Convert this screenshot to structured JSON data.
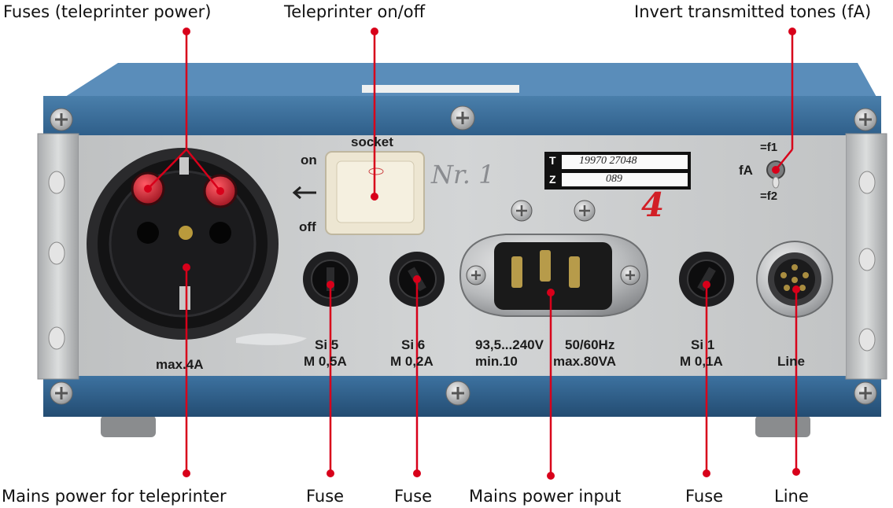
{
  "callouts": {
    "top": [
      {
        "label": "Fuses (teleprinter power)"
      },
      {
        "label": "Teleprinter on/off"
      },
      {
        "label": "Invert transmitted tones (fA)"
      }
    ],
    "bottom": [
      {
        "label": "Mains power for teleprinter"
      },
      {
        "label": "Fuse"
      },
      {
        "label": "Fuse"
      },
      {
        "label": "Mains power input"
      },
      {
        "label": "Fuse"
      },
      {
        "label": "Line"
      }
    ]
  },
  "panel": {
    "socket_label": "socket",
    "switch_on": "on",
    "switch_off": "off",
    "socket_rating": "max.4A",
    "fuse_si5_name": "Si 5",
    "fuse_si5_rating": "M 0,5A",
    "fuse_si6_name": "Si 6",
    "fuse_si6_rating": "M 0,2A",
    "mains_line1_left": "93,5...240V",
    "mains_line1_right": "50/60Hz",
    "mains_line2_left": "min.10",
    "mains_line2_right": "max.80VA",
    "fuse_si1_name": "Si 1",
    "fuse_si1_rating": "M 0,1A",
    "line_label": "Line",
    "toggle_name": "fA",
    "toggle_up": "=f1",
    "toggle_down": "=f2"
  },
  "nameplate": {
    "row_t_key": "T",
    "row_t_value": "19970 27048",
    "row_z_key": "Z",
    "row_z_value": "089"
  },
  "handwriting": {
    "unit_number": "Nr. 1",
    "red_digit": "4"
  },
  "colors": {
    "pointer_red": "#d8001a",
    "housing_blue": "#3a6f9c",
    "panel_steel": "#c9cbcc"
  }
}
